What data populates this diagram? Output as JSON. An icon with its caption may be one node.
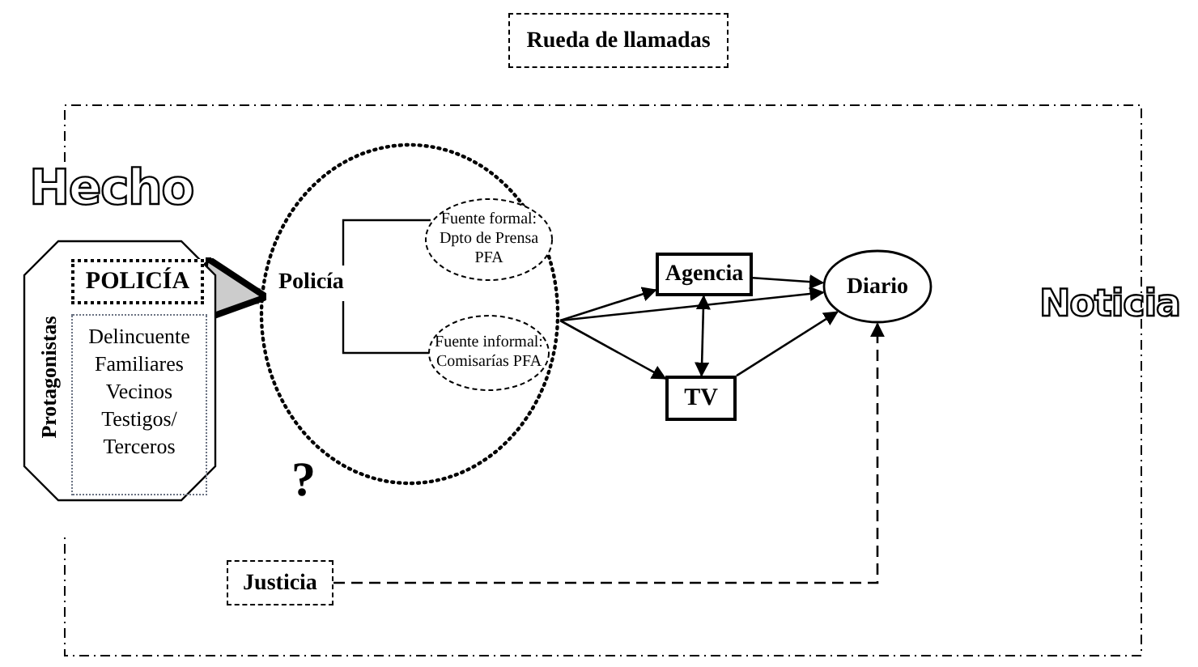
{
  "diagram": {
    "nodes": [
      {
        "text": [
          "Protagonistas"
        ]
      },
      {
        "text": [
          "POLICÍA"
        ],
        "in": 0
      },
      {
        "text": [
          "Delincuente",
          "Familiares",
          "Vecinos",
          "Testigos/ Terceros"
        ],
        "in": 0
      },
      {
        "text": [
          "Policía"
        ]
      },
      {
        "text": [
          "Fuente formal: Dpto de Prensa PFA"
        ],
        "in": 3
      },
      {
        "text": [
          "Fuente informal: Comisarías PFA"
        ],
        "in": 3
      },
      {
        "text": [
          "Agencia"
        ]
      },
      {
        "text": [
          "TV"
        ]
      },
      {
        "text": [
          "Diario"
        ]
      },
      {
        "text": [
          "Rueda de llamadas"
        ]
      },
      {
        "text": [
          "Justicia"
        ]
      }
    ],
    "edges": [
      {
        "from": 1,
        "to": 3,
        "arrow": "to",
        "style": "thick",
        "color": "#888888"
      },
      {
        "from": 3,
        "to": 6,
        "arrow": "to"
      },
      {
        "from": 3,
        "to": 7,
        "arrow": "to"
      },
      {
        "from": 3,
        "to": 8,
        "arrow": "to"
      },
      {
        "from": 6,
        "to": 7,
        "arrow": "both"
      },
      {
        "from": 6,
        "to": 8,
        "arrow": "to"
      },
      {
        "from": 7,
        "to": 8,
        "arrow": "to"
      },
      {
        "from": 10,
        "to": 8,
        "arrow": "to",
        "style": "dashed"
      }
    ],
    "labels": [
      "Hecho",
      "Noticia",
      "?"
    ]
  }
}
